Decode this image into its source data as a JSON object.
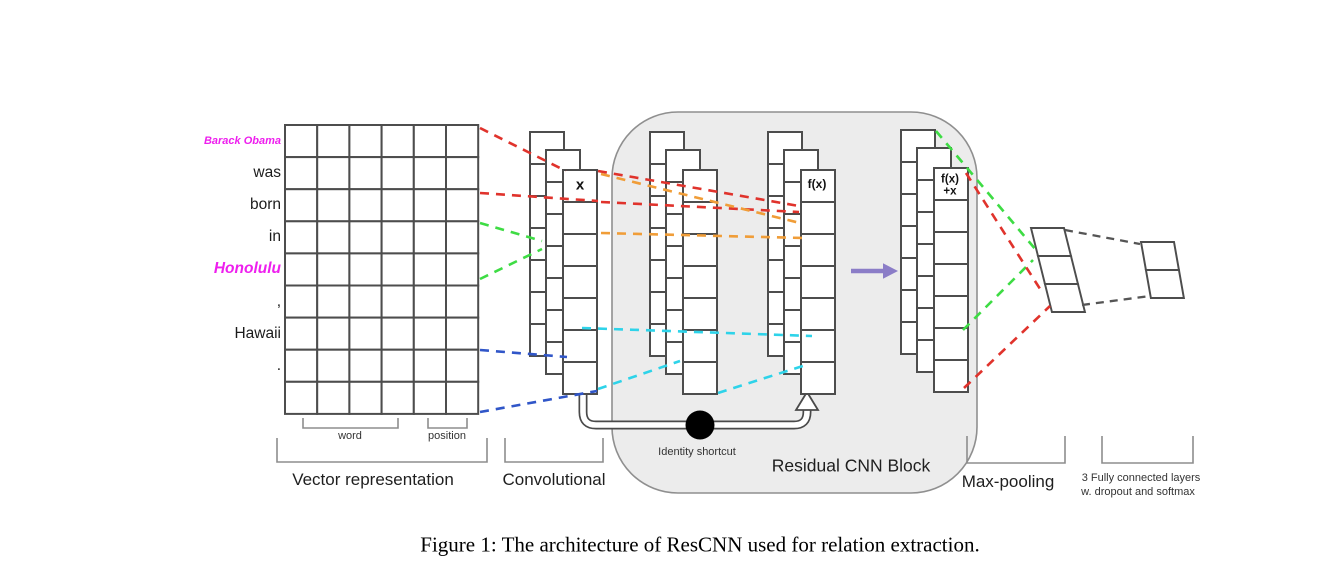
{
  "caption": "Figure 1: The architecture of ResCNN used for relation extraction.",
  "sentence": {
    "tokens": [
      {
        "text": "Barack Obama",
        "highlight": true,
        "small": true
      },
      {
        "text": "was",
        "highlight": false,
        "small": false
      },
      {
        "text": "born",
        "highlight": false,
        "small": false
      },
      {
        "text": "in",
        "highlight": false,
        "small": false
      },
      {
        "text": "Honolulu",
        "highlight": true,
        "small": false
      },
      {
        "text": ",",
        "highlight": false,
        "small": false
      },
      {
        "text": "Hawaii",
        "highlight": false,
        "small": false
      },
      {
        "text": ".",
        "highlight": false,
        "small": false
      }
    ]
  },
  "matrix_labels": {
    "word": "word",
    "position": "position"
  },
  "stage_labels": {
    "vector": "Vector representation",
    "convolutional": "Convolutional",
    "residual": "Residual CNN Block",
    "identity": "Identity shortcut",
    "maxpool": "Max-pooling",
    "fc_line1": "3 Fully connected layers",
    "fc_line2": "w. dropout and softmax"
  },
  "node_labels": {
    "conv_input": "x",
    "residual_out": "f(x)",
    "residual_sum_line1": "f(x)",
    "residual_sum_line2": "+x"
  },
  "palette": {
    "red": "#e0332c",
    "orange": "#f09d38",
    "green": "#3edc44",
    "cyan": "#2ed3e9",
    "blue": "#3056c8",
    "magenta": "#ee1fee",
    "purple": "#8b7dc7",
    "box_fill": "#ececec",
    "box_stroke": "#8f8f8f",
    "cell_stroke": "#4d4d4d",
    "dark_line": "#555555"
  }
}
